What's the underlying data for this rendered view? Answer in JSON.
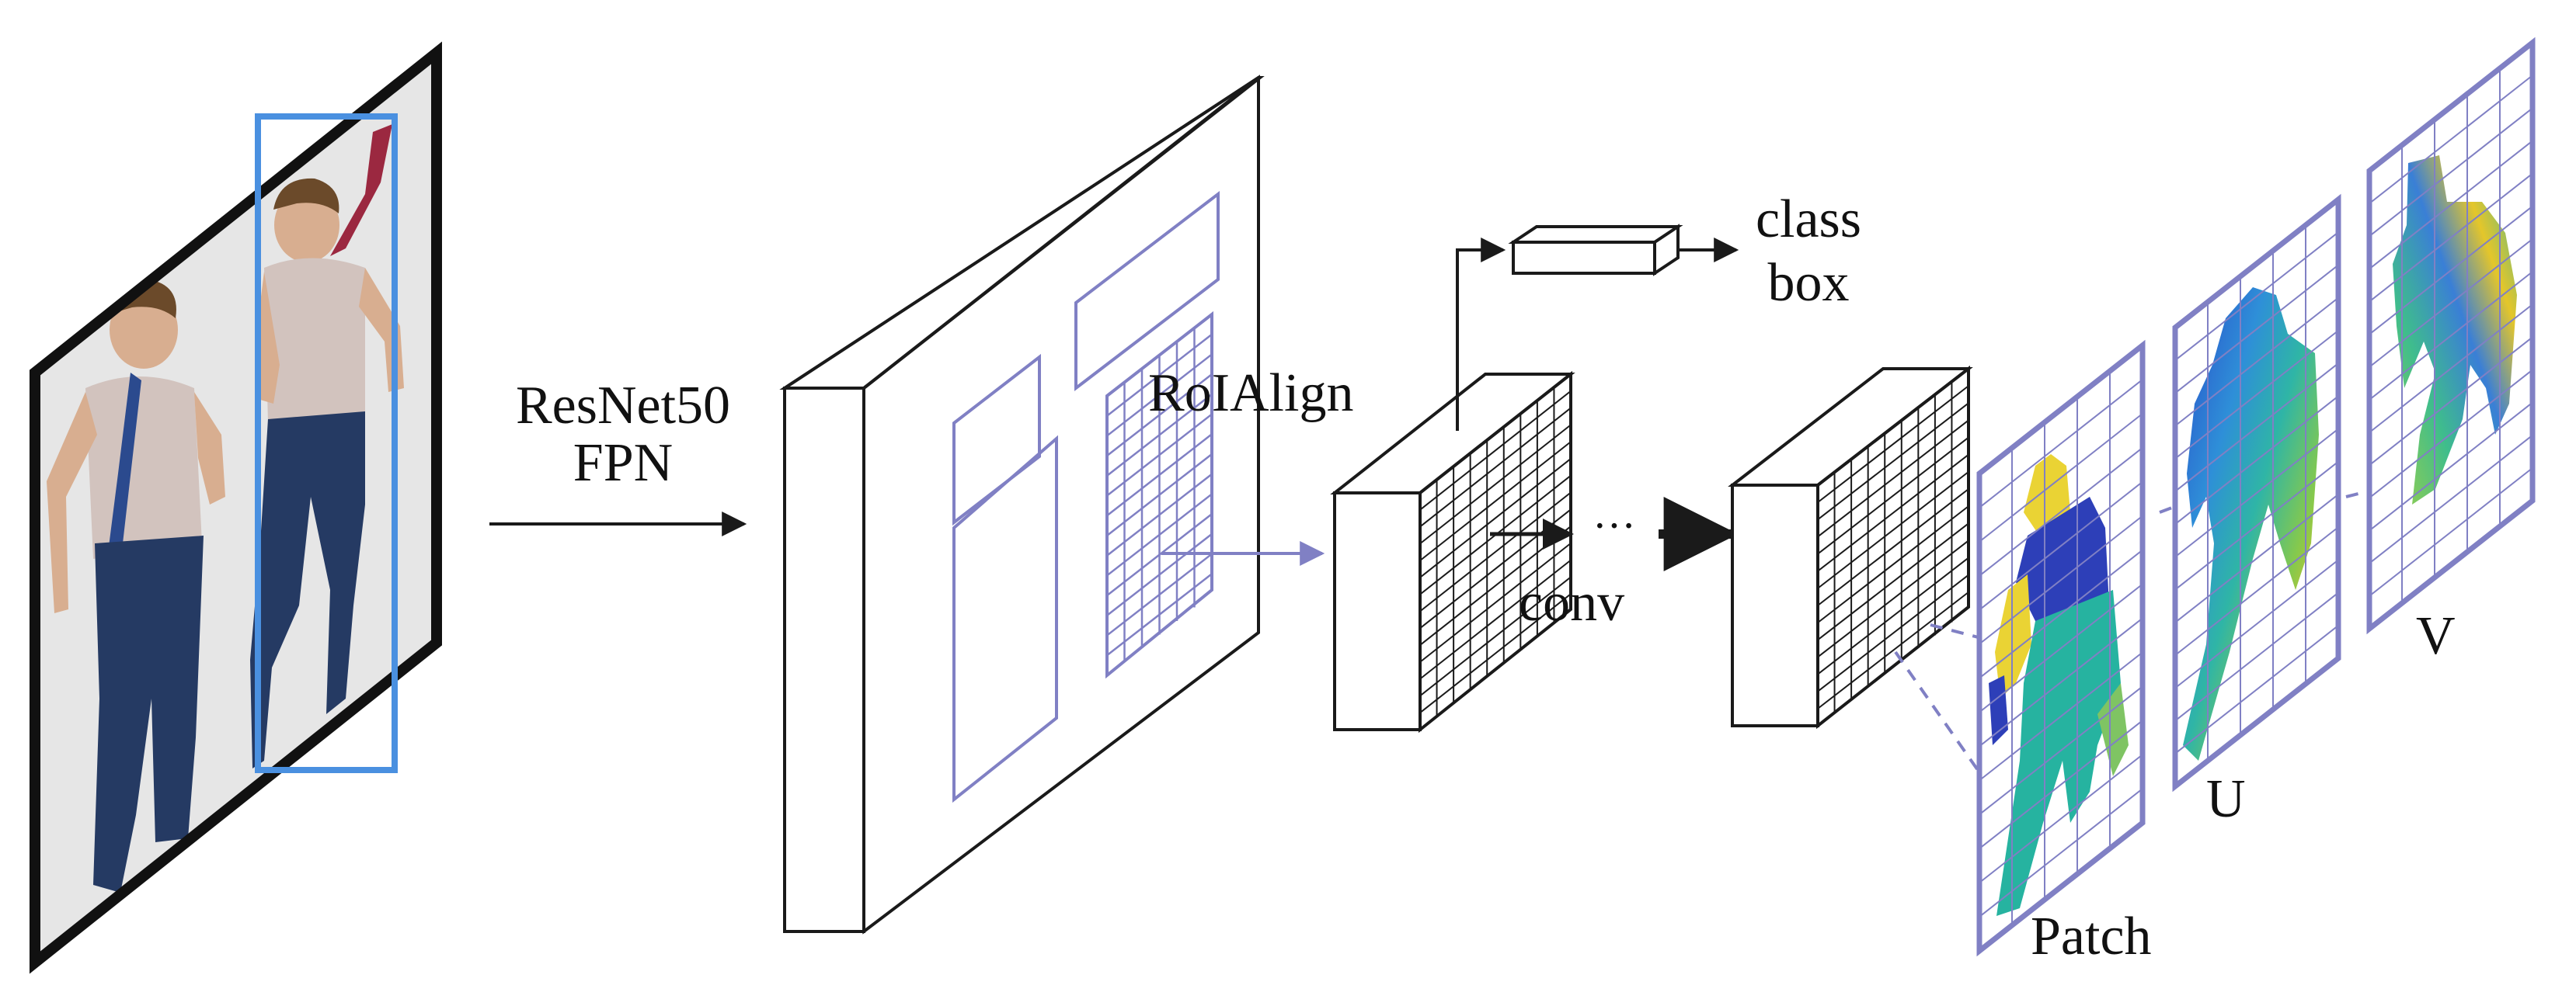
{
  "labels": {
    "backbone_line1": "ResNet50",
    "backbone_line2": "FPN",
    "roialign": "RoIAlign",
    "class": "class",
    "box": "box",
    "conv": "conv",
    "ellipsis": "···",
    "patch": "Patch",
    "u": "U",
    "v": "V"
  },
  "colors": {
    "outline": "#1a1a1a",
    "roi": "#8080c4",
    "detection_box": "#4a90e0",
    "photo_background": "#e6e6e6",
    "jeans": "#253a63",
    "shirt": "#d2c3be",
    "skin": "#d8ae90",
    "hair": "#6b4a2a",
    "tie": "#9b2840",
    "patch_blue": "#2d3fb8",
    "patch_yellow": "#ead334",
    "patch_teal": "#26b3a0",
    "patch_green": "#7fc463"
  }
}
